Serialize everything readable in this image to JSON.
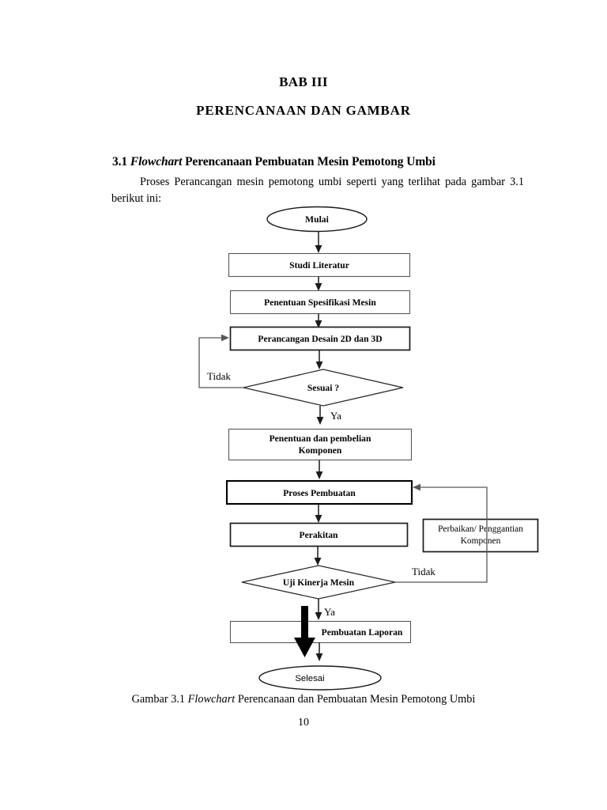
{
  "document": {
    "chapter_title": "BAB III",
    "chapter_subtitle": "PERENCANAAN DAN GAMBAR",
    "section_number": "3.1",
    "section_title_italic": "Flowchart",
    "section_title_rest": "Perencanaan Pembuatan Mesin Pemotong Umbi",
    "paragraph": "Proses Perancangan mesin pemotong umbi seperti yang terlihat pada gambar 3.1 berikut ini:",
    "caption_prefix": "Gambar 3.1",
    "caption_italic": "Flowchart",
    "caption_rest": "Perencanaan dan Pembuatan Mesin Pemotong Umbi",
    "page_number": "10"
  },
  "flowchart": {
    "nodes": {
      "start": "Mulai",
      "studi_literatur": "Studi Literatur",
      "penentuan_spesifikasi": "Penentuan Spesifikasi Mesin",
      "perancangan_desain": "Perancangan Desain 2D dan 3D",
      "decision_sesuai": "Sesuai ?",
      "penentuan_pembelian_l1": "Penentuan dan pembelian",
      "penentuan_pembelian_l2": "Komponen",
      "proses_pembuatan": "Proses Pembuatan",
      "perakitan": "Perakitan",
      "perbaikan_l1": "Perbaikan/ Penggantian",
      "perbaikan_l2": "Komponen",
      "decision_uji": "Uji Kinerja Mesin",
      "pembuatan_laporan": "Pembuatan Laporan",
      "end": "Selesai"
    },
    "edge_labels": {
      "tidak_design": "Tidak",
      "ya_design": "Ya",
      "tidak_uji": "Tidak",
      "ya_uji": "Ya"
    },
    "colors": {
      "stroke_dark": "#1b1b1b",
      "stroke_gray": "#58585a",
      "fill": "#ffffff"
    }
  }
}
